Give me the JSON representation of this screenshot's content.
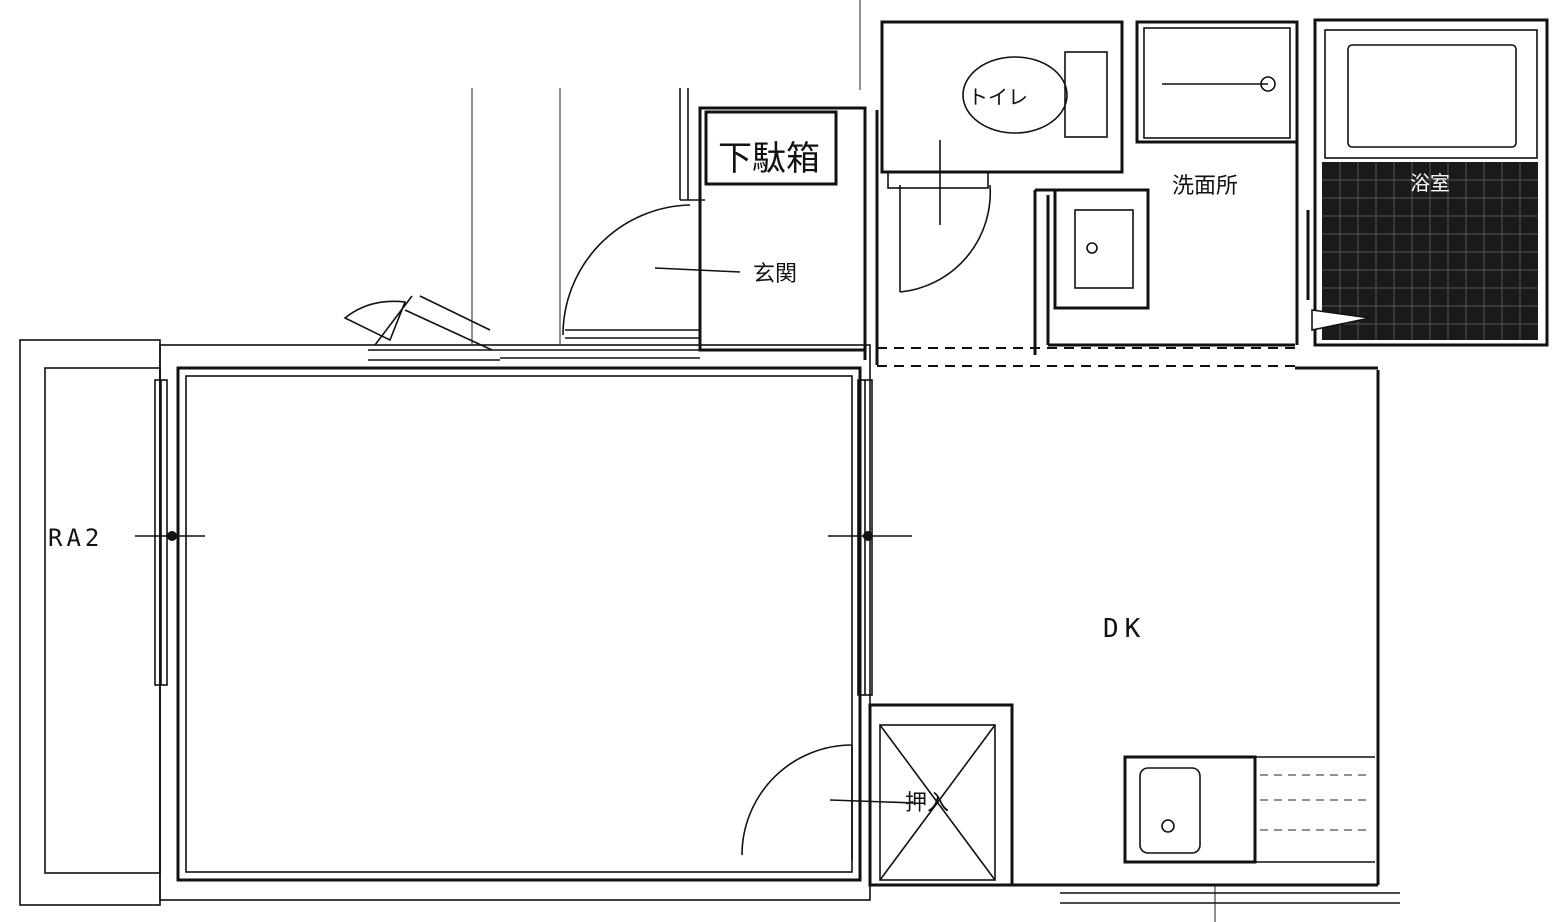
{
  "labels": {
    "shoe_box": "下駄箱",
    "entrance": "玄関",
    "toilet": "トイレ",
    "washroom": "洗面所",
    "bathroom": "浴室",
    "dining_kitchen": "DK",
    "closet": "押入",
    "window_tag": "RA2"
  }
}
